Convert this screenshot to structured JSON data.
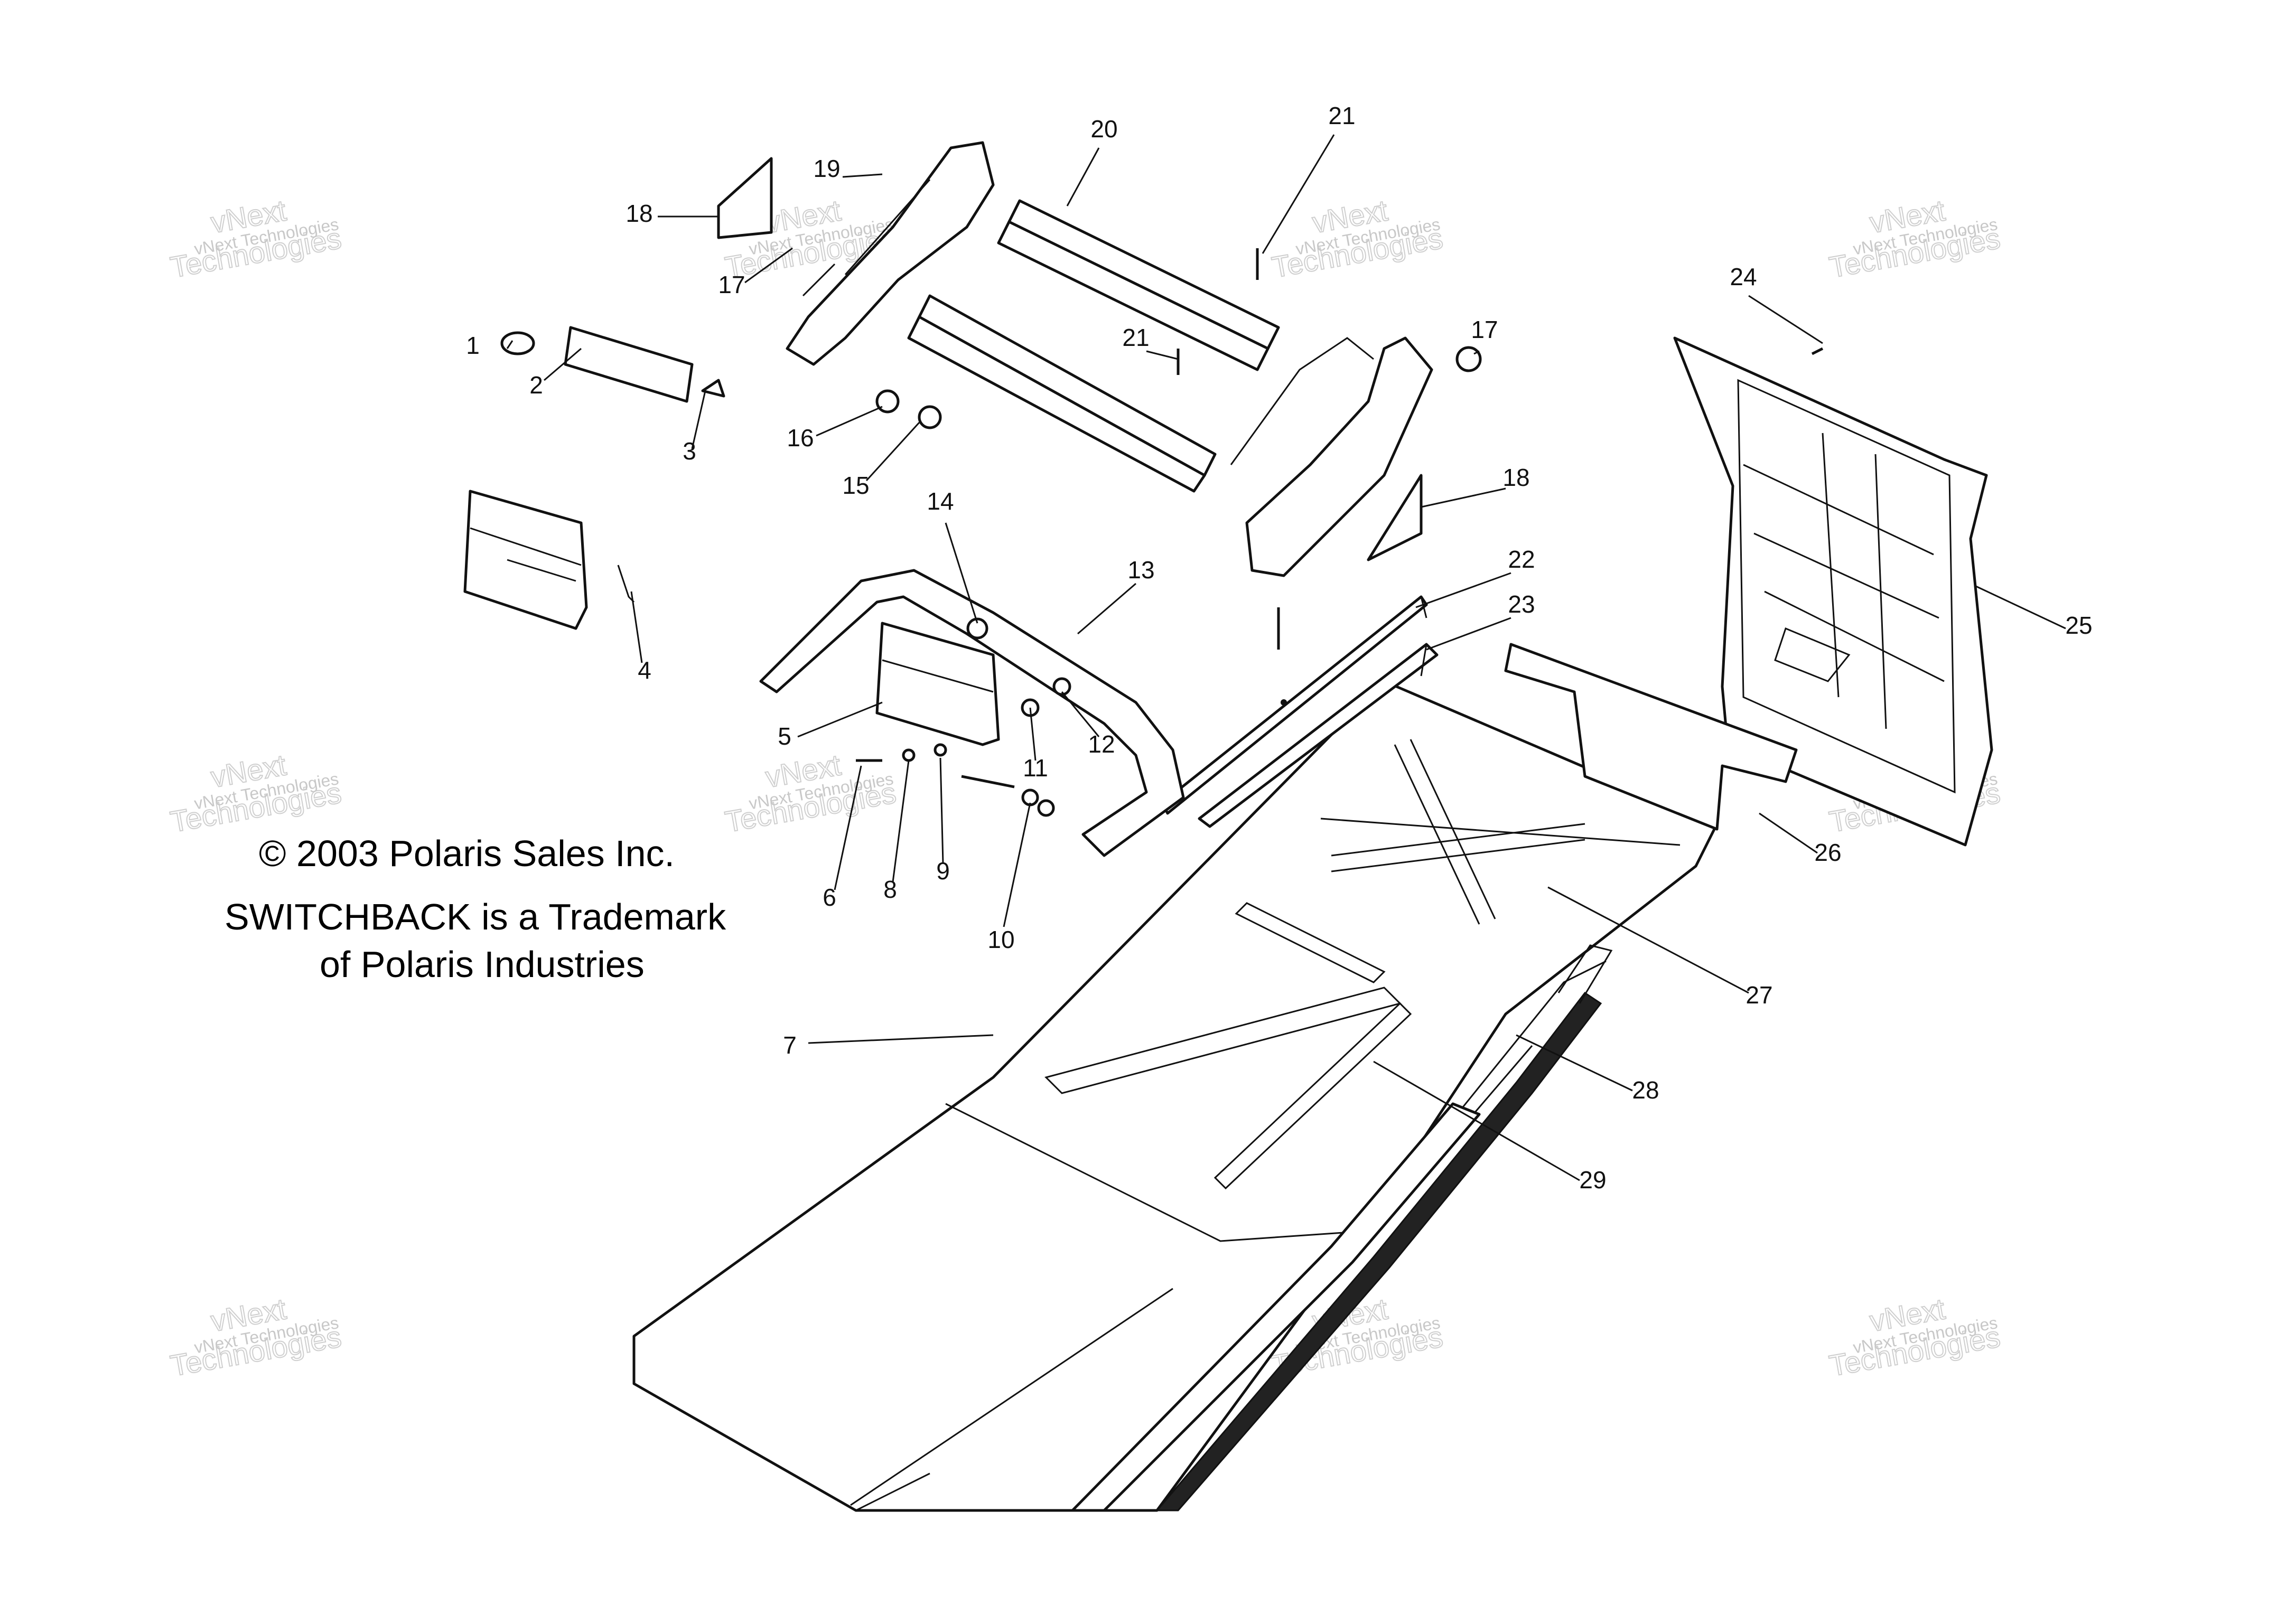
{
  "caption": {
    "copyright": "© 2003 Polaris Sales Inc.",
    "trademark_line1": "SWITCHBACK is a Trademark",
    "trademark_line2": "of Polaris Industries"
  },
  "watermark": {
    "line1": "vNext Technologies",
    "line2": "vNext",
    "line3": "Technologies"
  },
  "callouts": [
    {
      "n": "1"
    },
    {
      "n": "2"
    },
    {
      "n": "3"
    },
    {
      "n": "4"
    },
    {
      "n": "5"
    },
    {
      "n": "6"
    },
    {
      "n": "7"
    },
    {
      "n": "8"
    },
    {
      "n": "9"
    },
    {
      "n": "10"
    },
    {
      "n": "11"
    },
    {
      "n": "12"
    },
    {
      "n": "13"
    },
    {
      "n": "14"
    },
    {
      "n": "15"
    },
    {
      "n": "16"
    },
    {
      "n": "17"
    },
    {
      "n": "17"
    },
    {
      "n": "18"
    },
    {
      "n": "18"
    },
    {
      "n": "19"
    },
    {
      "n": "20"
    },
    {
      "n": "21"
    },
    {
      "n": "21"
    },
    {
      "n": "22"
    },
    {
      "n": "23"
    },
    {
      "n": "24"
    },
    {
      "n": "25"
    },
    {
      "n": "26"
    },
    {
      "n": "27"
    },
    {
      "n": "28"
    },
    {
      "n": "29"
    }
  ],
  "colors": {
    "line": "#111111",
    "background": "#ffffff",
    "watermark": "#c8c8c8"
  }
}
